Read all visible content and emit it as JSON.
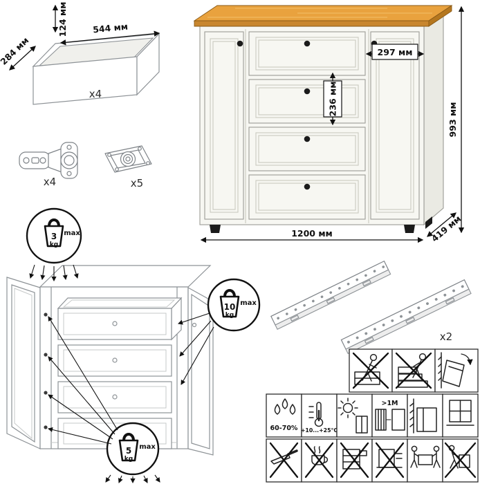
{
  "counts": {
    "drawer_boxes": "x4",
    "hinges": "x4",
    "plates": "x5",
    "slides": "x2"
  },
  "dimensions": {
    "drawer_height": "124 мм",
    "drawer_width": "544 мм",
    "drawer_depth": "284 мм",
    "door_inner_width": "297 мм",
    "drawer_front_height": "236 мм",
    "cabinet_height": "993 мм",
    "cabinet_width": "1200 мм",
    "cabinet_depth": "419 мм"
  },
  "load_limits": {
    "top_surface": {
      "value": "3",
      "unit": "kg",
      "suffix": "max"
    },
    "drawer": {
      "value": "10",
      "unit": "kg",
      "suffix": "max"
    },
    "shelf": {
      "value": "5",
      "unit": "kg",
      "suffix": "max"
    }
  },
  "care": {
    "humidity": "60-70%",
    "temperature": "+10...+25°C",
    "heat_distance": ">1M"
  },
  "colors": {
    "wood_top": "#e9a23e",
    "wood_edge": "#c8862e",
    "body": "#f7f7f2",
    "line": "#111111"
  }
}
